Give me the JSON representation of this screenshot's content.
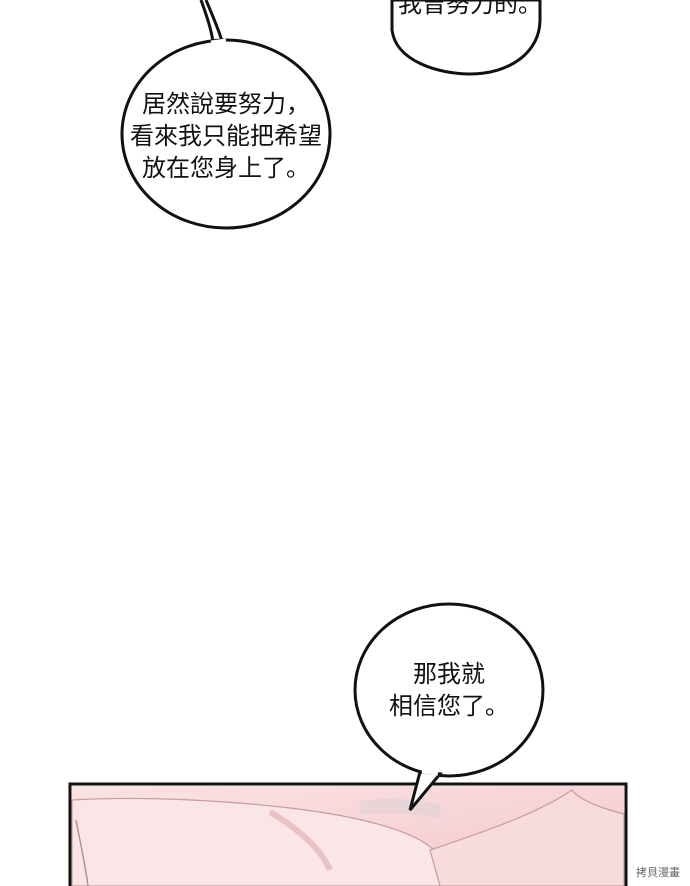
{
  "bubbles": {
    "top_right": {
      "lines": [
        "我曾努力的。"
      ]
    },
    "left": {
      "lines": [
        "居然說要努力，",
        "看來我只能把希望",
        "放在您身上了。"
      ]
    },
    "bottom_right": {
      "lines": [
        "那我就",
        "相信您了。"
      ]
    }
  },
  "panel": {
    "skin_color": "#f7dada",
    "border_color": "#111111"
  },
  "watermark": "拷貝漫畫"
}
